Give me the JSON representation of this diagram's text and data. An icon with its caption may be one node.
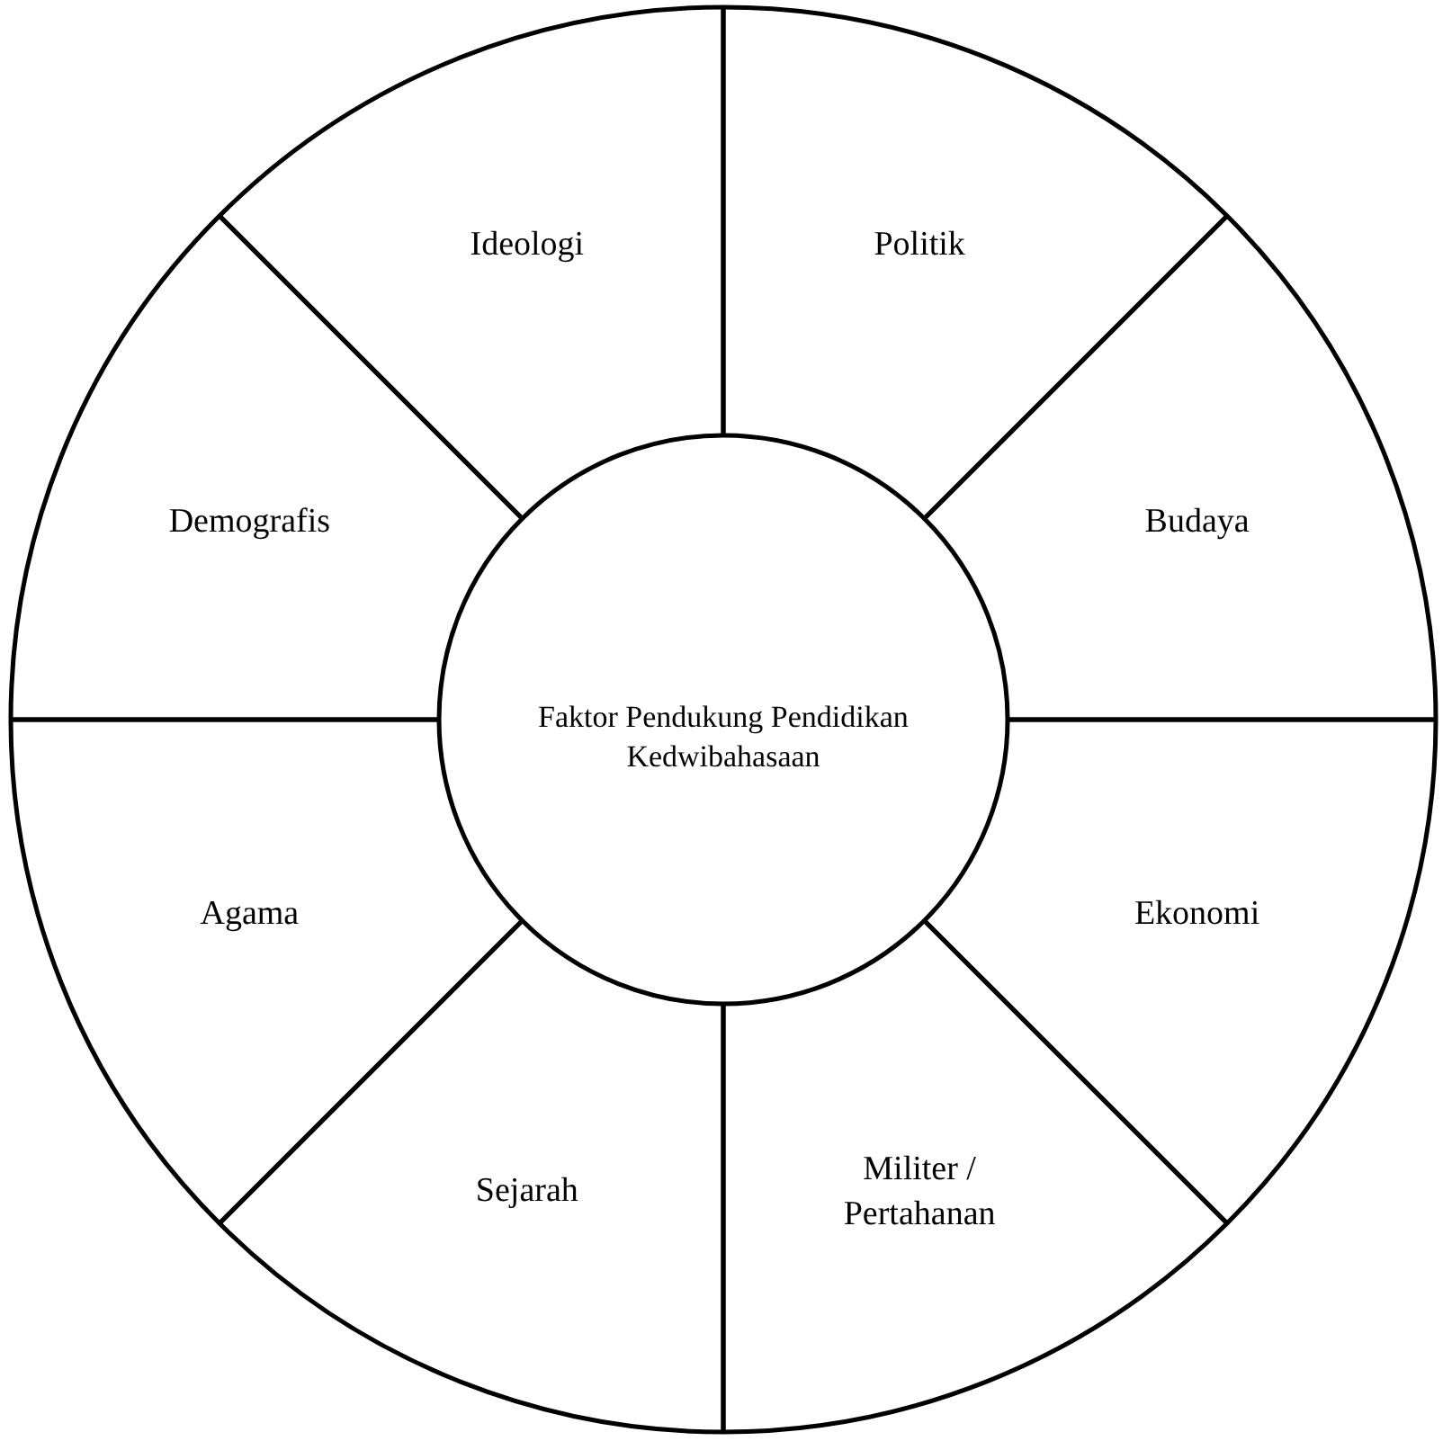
{
  "diagram": {
    "nodes": [
      {
        "text": [
          "Ideologi"
        ]
      },
      {
        "text": [
          "Politik"
        ]
      },
      {
        "text": [
          "Demografis"
        ]
      },
      {
        "text": [
          "Budaya"
        ]
      },
      {
        "text": [
          "Faktor Pendukung Pendidikan Kedwibahasaan"
        ]
      },
      {
        "text": [
          "Agama"
        ]
      },
      {
        "text": [
          "Ekonomi"
        ]
      },
      {
        "text": [
          "Sejarah"
        ]
      },
      {
        "text": [
          "Militer / Pertahanan"
        ]
      }
    ]
  }
}
